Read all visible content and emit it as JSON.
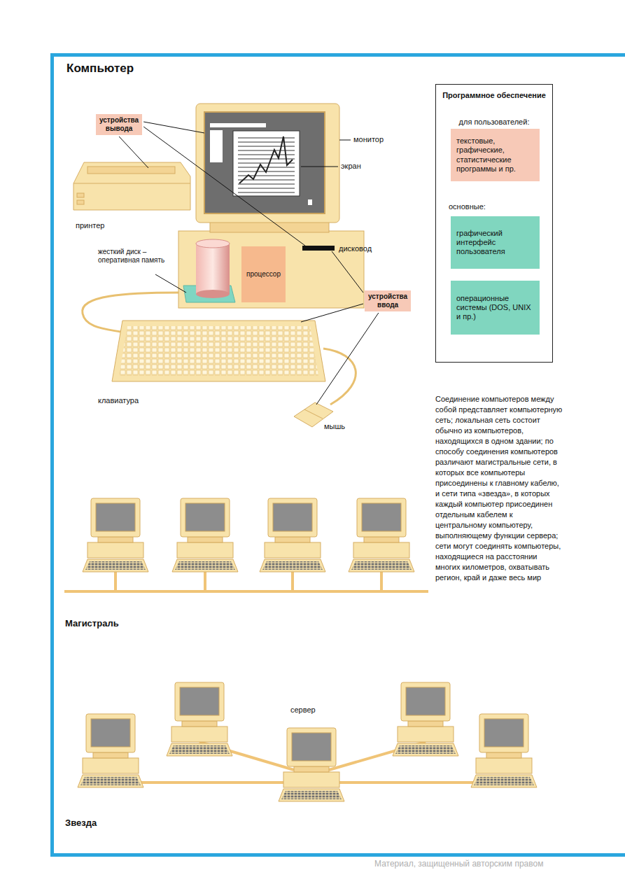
{
  "diagram": {
    "title": "Компьютер",
    "nodes": [
      {
        "text": [
          "устройства вывода"
        ]
      },
      {
        "text": [
          "Программное обеспечение",
          "для пользователей:",
          "основные:"
        ]
      },
      {
        "text": [
          "текстовые, графические, статистические программы и пр."
        ],
        "in": 1
      },
      {
        "text": [
          "графический интерфейс пользователя"
        ],
        "in": 1
      },
      {
        "text": [
          "операционные системы (DOS, UNIX и пр.)"
        ],
        "in": 1
      },
      {
        "text": [
          "процессор"
        ]
      },
      {
        "text": [
          "устройства ввода"
        ]
      }
    ],
    "labels": [
      "монитор",
      "экран",
      "принтер",
      "жесткий диск – оперативная память",
      "дисковод",
      "клавиатура",
      "мышь",
      "Соединение компьютеров между собой представляет компьютерную сеть; локальная сеть состоит обычно из компьютеров, находящихся в одном здании; по способу соединения компьютеров различают магистральные сети, в которых все компьютеры присоединены к главному кабелю, и сети типа «звезда», в которых каждый компьютер присоединен отдельным кабелем к центральному компьютеру, выполняющему функции сервера; сети могут соединять компьютеры, находящиеся на расстоянии многих километров, охватывать регион, край и даже весь мир",
      "Магистраль",
      "сервер",
      "Звезда",
      "Материал, защищенный авторским правом"
    ]
  }
}
